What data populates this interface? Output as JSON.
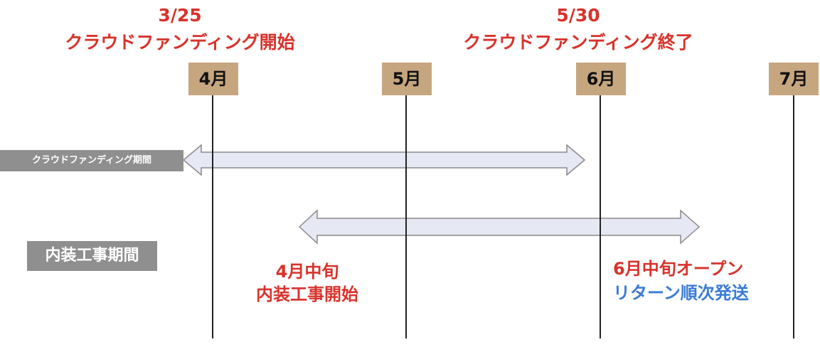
{
  "start_event": {
    "date": "3/25",
    "label": "クラウドファンディング開始"
  },
  "end_event": {
    "date": "5/30",
    "label": "クラウドファンディング終了"
  },
  "months": [
    "4月",
    "5月",
    "6月",
    "7月"
  ],
  "rows": [
    {
      "label": "クラウドファンディング期間"
    },
    {
      "label": "内装工事期間"
    }
  ],
  "notes": {
    "construction_start_line1": "4月中旬",
    "construction_start_line2": "内装工事開始",
    "open_line1": "6月中旬オープン",
    "open_line2": "リターン順次発送"
  },
  "colors": {
    "accent_red": "#d8322b",
    "accent_blue": "#3a7bd5",
    "month_box": "#c6a67f",
    "arrow_fill": "#e6e8f4",
    "label_box": "#8f8f8f"
  }
}
